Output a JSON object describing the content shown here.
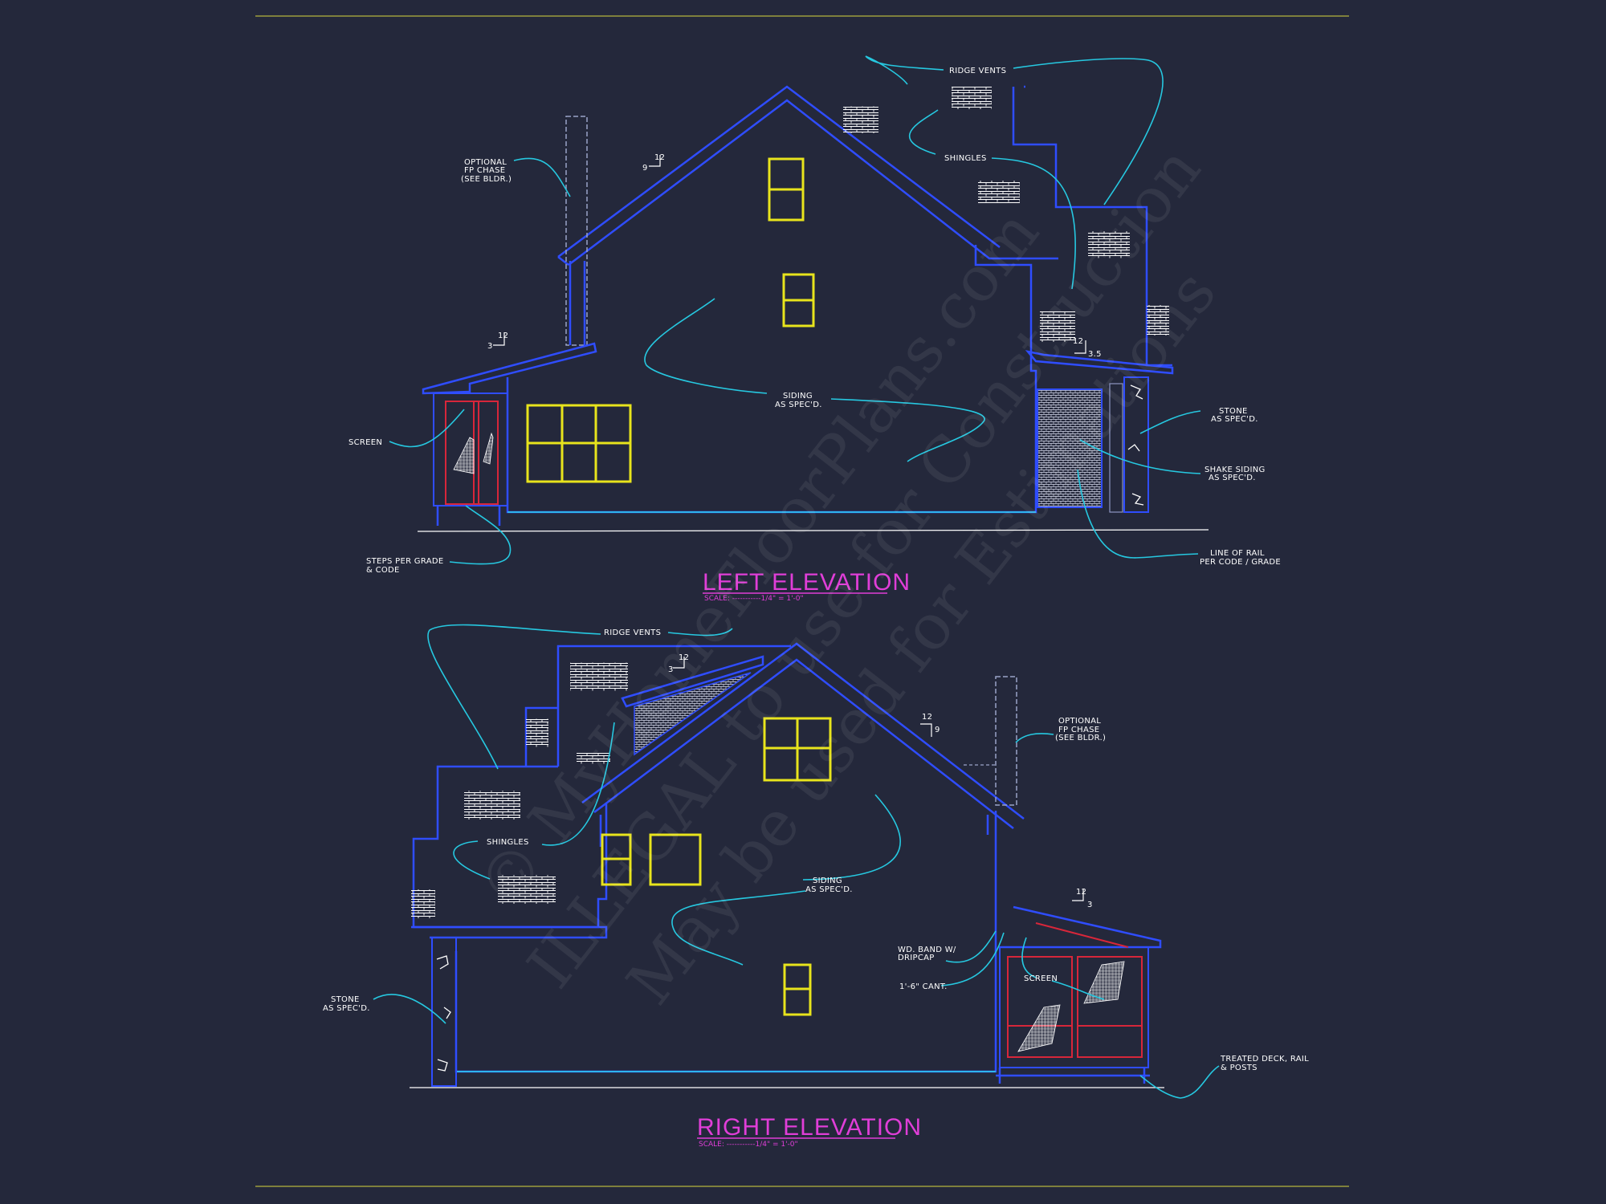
{
  "watermark": {
    "line1": "© MyHomeFloorPlans.com",
    "line2": "ILLEGAL to use for Construction",
    "line3": "May be used for Estimations"
  },
  "left_elevation": {
    "title": "LEFT ELEVATION",
    "scale": "SCALE: -----------1/4\" = 1'-0\"",
    "labels": {
      "ridge_vents": "RIDGE VENTS",
      "shingles": "SHINGLES",
      "chase_1": "OPTIONAL",
      "chase_2": "FP CHASE",
      "chase_3": "(SEE BLDR.)",
      "screen": "SCREEN",
      "siding_1": "SIDING",
      "siding_2": "AS SPEC'D.",
      "stone_1": "STONE",
      "stone_2": "AS SPEC'D.",
      "shake_1": "SHAKE SIDING",
      "shake_2": "AS SPEC'D.",
      "rail_1": "LINE OF RAIL",
      "rail_2": "PER CODE / GRADE",
      "steps_1": "STEPS PER GRADE",
      "steps_2": "& CODE",
      "pitch_main_rise": "9",
      "pitch_main_run": "12",
      "pitch_porch_rise": "3",
      "pitch_porch_run": "12",
      "pitch_right_rise": "3.5",
      "pitch_right_run": "12"
    }
  },
  "right_elevation": {
    "title": "RIGHT ELEVATION",
    "scale": "SCALE: -----------1/4\" = 1'-0\"",
    "labels": {
      "ridge_vents": "RIDGE VENTS",
      "shingles": "SHINGLES",
      "siding_1": "SIDING",
      "siding_2": "AS SPEC'D.",
      "chase_1": "OPTIONAL",
      "chase_2": "FP CHASE",
      "chase_3": "(SEE BLDR.)",
      "band_1": "WD. BAND W/",
      "band_2": "DRIPCAP",
      "cant": "1'-6\" CANT.",
      "screen": "SCREEN",
      "stone_1": "STONE",
      "stone_2": "AS SPEC'D.",
      "deck_1": "TREATED DECK, RAIL",
      "deck_2": "& POSTS",
      "pitch_main_rise": "9",
      "pitch_main_run": "12",
      "pitch_left_rise": "3",
      "pitch_left_run": "12",
      "pitch_porch_rise": "3",
      "pitch_porch_run": "12"
    }
  },
  "colors": {
    "background": "#24283b",
    "outline": "#2f4dff",
    "leader": "#26c8e0",
    "window": "#e8e41c",
    "title": "#e03ed8",
    "door": "#d7263a",
    "border_line": "#b5b53c"
  }
}
